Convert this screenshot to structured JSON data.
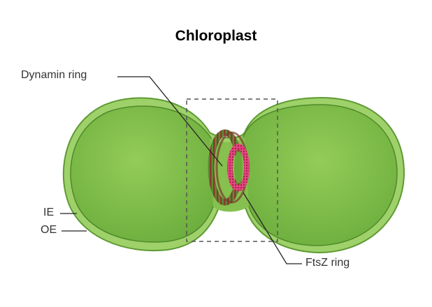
{
  "title": "Chloroplast",
  "labels": {
    "dynamin_ring": "Dynamin ring",
    "ftsz_ring": "FtsZ ring",
    "inner_envelope": "IE",
    "outer_envelope": "OE"
  },
  "colors": {
    "plastid_outer": "#6aac3c",
    "plastid_inner": "#7cc24a",
    "plastid_light": "#a6d86e",
    "dynamin": "#7a3b2e",
    "ftsz": "#d8346e",
    "leader_line": "#222222",
    "dashed_box": "#555555"
  }
}
